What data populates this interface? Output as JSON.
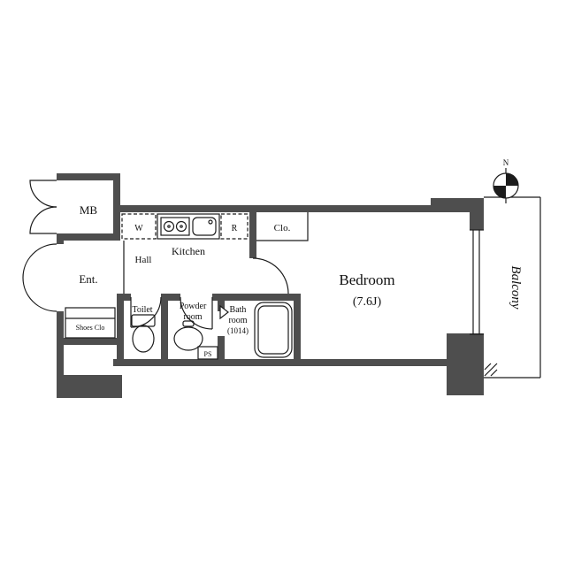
{
  "colors": {
    "wall": "#4e4e4e",
    "line": "#1c1c1c",
    "text": "#111111",
    "background": "#ffffff"
  },
  "rooms": {
    "mb": "MB",
    "washer": "W",
    "kitchen": "Kitchen",
    "refrigerator": "R",
    "closet": "Clo.",
    "hall": "Hall",
    "entrance": "Ent.",
    "shoes_closet": "Shoes Clo",
    "toilet": "Toilet",
    "powder_room_line1": "Powder",
    "powder_room_line2": "room",
    "bath_room_line1": "Bath",
    "bath_room_line2": "room",
    "bath_room_line3": "(1014)",
    "pipe_space": "PS",
    "bedroom": "Bedroom",
    "bedroom_size": "(7.6J)",
    "balcony": "Balcony"
  },
  "compass": {
    "north": "N"
  }
}
